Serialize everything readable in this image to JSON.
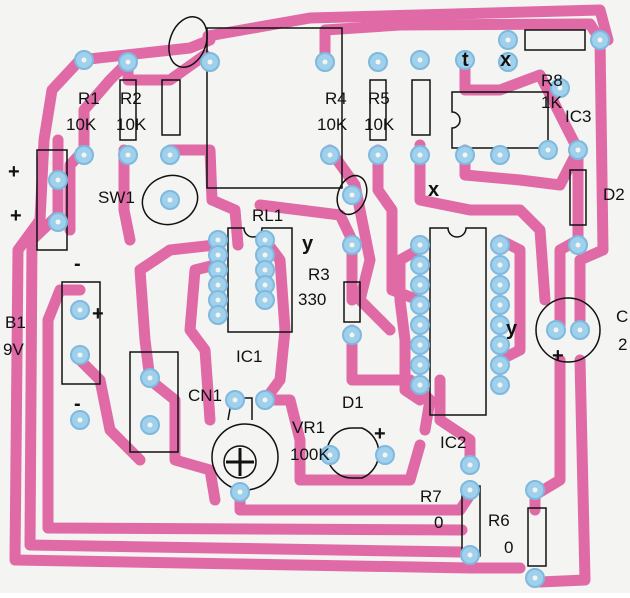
{
  "colors": {
    "paper": "#f4f4f2",
    "trace": "#e06aa6",
    "trace_dark": "#c94a8c",
    "pad": "#9fd0ec",
    "pad_ring": "#7fb9de",
    "ink": "#111111"
  },
  "labels": {
    "r1": "R1",
    "r1_val": "10K",
    "r2": "R2",
    "r2_val": "10K",
    "r4": "R4",
    "r4_val": "10K",
    "r5": "R5",
    "r5_val": "10K",
    "r8": "R8",
    "r8_val": "1K",
    "ic3": "IC3",
    "d2": "D2",
    "sw1": "SW1",
    "rl1": "RL1",
    "r3": "R3",
    "r3_val": "330",
    "b1": "B1",
    "b1_val": "9V",
    "ic1": "IC1",
    "cn1": "CN1",
    "vr1": "VR1",
    "vr1_val": "100K",
    "d1": "D1",
    "ic2": "IC2",
    "r7": "R7",
    "r7_val": "0",
    "r6": "R6",
    "r6_val": "0",
    "c_edge": "C",
    "c_edge_val": "2"
  },
  "marks": {
    "plus": "+",
    "minus": "-",
    "x": "x",
    "y": "y",
    "t": "t"
  }
}
